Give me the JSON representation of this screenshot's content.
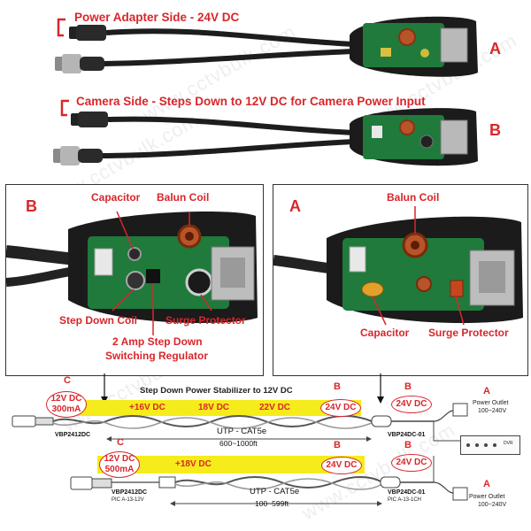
{
  "top": {
    "power_side_label": "Power Adapter Side - 24V DC",
    "camera_side_label": "Camera Side - Steps Down to 12V DC for Camera Power Input",
    "letter_a": "A",
    "letter_b": "B"
  },
  "panel_b": {
    "letter": "B",
    "capacitor": "Capacitor",
    "balun_coil": "Balun Coil",
    "step_down_coil": "Step Down Coil",
    "surge_protector": "Surge Protector",
    "regulator_line1": "2 Amp Step Down",
    "regulator_line2": "Switching Regulator"
  },
  "panel_a": {
    "letter": "A",
    "balun_coil": "Balun Coil",
    "capacitor": "Capacitor",
    "surge_protector": "Surge Protector"
  },
  "diagram": {
    "title": "Step Down Power Stabilizer to 12V DC",
    "row1": {
      "letter_c": "C",
      "c_line1": "12V DC",
      "c_line2": "300mA",
      "volt1": "+16V DC",
      "volt2": "18V DC",
      "volt3": "22V DC",
      "letter_b_bar": "B",
      "bar_end": "24V DC",
      "letter_b_right": "B",
      "right_oval": "24V DC",
      "letter_a": "A",
      "outlet_line1": "Power Outlet",
      "outlet_line2": "100~240V",
      "left_model": "VBP2412DC",
      "right_model": "VBP24DC-01",
      "cable": "UTP - CAT5e",
      "distance": "600~1000ft"
    },
    "row2": {
      "letter_c": "C",
      "c_line1": "12V DC",
      "c_line2": "500mA",
      "volt1": "+18V DC",
      "letter_b_bar": "B",
      "bar_end": "24V DC",
      "letter_b_right": "B",
      "right_oval": "24V DC",
      "letter_a": "A",
      "outlet_line1": "Power Outlet",
      "outlet_line2": "100~240V",
      "left_model": "VBP2412DC",
      "left_pic": "PIC A-13-12V",
      "right_model": "VBP24DC-01",
      "right_pic": "PIC A-13-1CH",
      "cable": "UTP - CAT5e",
      "distance": "100~599ft"
    },
    "dvr_label": "DVR"
  },
  "watermark": "www.cctvbulk.com",
  "colors": {
    "accent_red": "#d8262b",
    "bar_yellow": "#f6ec1b",
    "pcb_green": "#1f7a3c",
    "housing_black": "#1b1b1b"
  }
}
